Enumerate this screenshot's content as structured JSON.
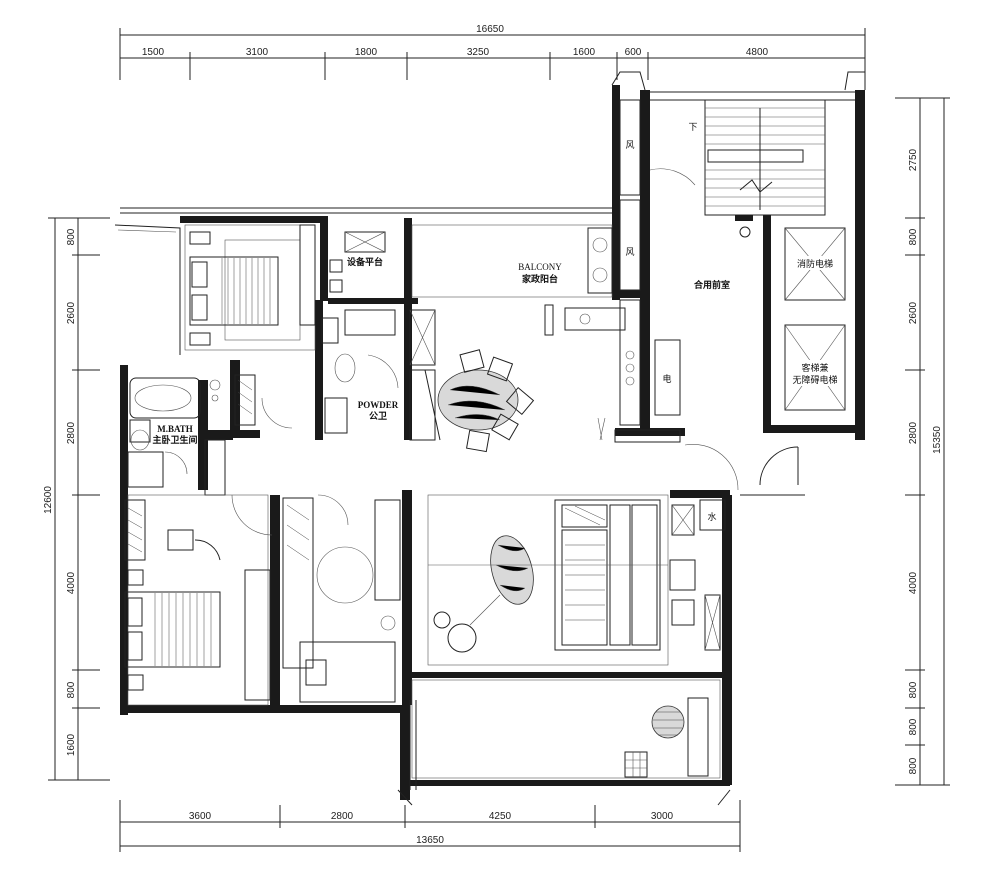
{
  "dimensions": {
    "top_total": "16650",
    "top_segments": [
      "1500",
      "3100",
      "1800",
      "3250",
      "1600",
      "600",
      "4800"
    ],
    "bottom_total": "13650",
    "bottom_segments": [
      "3600",
      "2800",
      "4250",
      "3000"
    ],
    "left_total": "12600",
    "left_segments": [
      "800",
      "2600",
      "2800",
      "4000",
      "800",
      "1600"
    ],
    "right_total": "15350",
    "right_segments": [
      "2750",
      "800",
      "2600",
      "2800",
      "4000",
      "800",
      "800",
      "800"
    ]
  },
  "rooms": {
    "equipment_platform": "设备平台",
    "balcony_en": "BALCONY",
    "balcony_cn": "家政阳台",
    "shared_lobby": "合用前室",
    "fire_elevator": "消防电梯",
    "accessible_elevator_line1": "客梯兼",
    "accessible_elevator_line2": "无障碍电梯",
    "powder_en": "POWDER",
    "powder_cn": "公卫",
    "master_bath_en": "M.BATH",
    "master_bath_cn": "主卧卫生间",
    "electric_shaft": "电",
    "water_shaft": "水",
    "air_shaft_1": "风",
    "air_shaft_2": "风",
    "stair_down": "下"
  }
}
